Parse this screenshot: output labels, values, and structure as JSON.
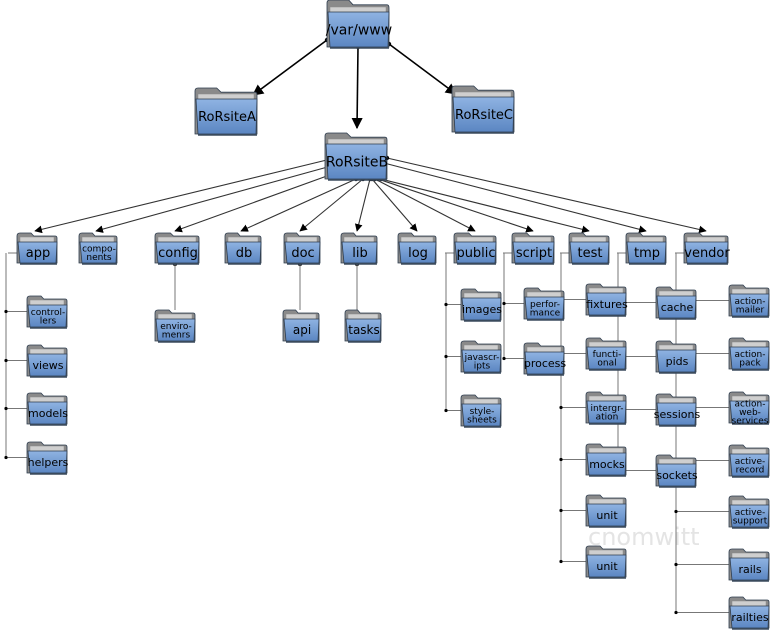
{
  "root": {
    "label": "/var/www",
    "children": [
      {
        "label": "RoRsiteA"
      },
      {
        "label": "RoRsiteB",
        "children": [
          {
            "label": "app",
            "children": [
              {
                "label": "control-\nlers"
              },
              {
                "label": "views"
              },
              {
                "label": "models"
              },
              {
                "label": "helpers"
              }
            ]
          },
          {
            "label": "compo-\nnents"
          },
          {
            "label": "config",
            "children": [
              {
                "label": "enviro-\nmenrs"
              }
            ]
          },
          {
            "label": "db"
          },
          {
            "label": "doc",
            "children": [
              {
                "label": "api"
              }
            ]
          },
          {
            "label": "lib",
            "children": [
              {
                "label": "tasks"
              }
            ]
          },
          {
            "label": "log"
          },
          {
            "label": "public",
            "children": [
              {
                "label": "images"
              },
              {
                "label": "javascr-\nipts"
              },
              {
                "label": "style-\nsheets"
              }
            ]
          },
          {
            "label": "script",
            "children": [
              {
                "label": "perfor-\nmance"
              },
              {
                "label": "process"
              }
            ]
          },
          {
            "label": "test",
            "children": [
              {
                "label": "fixtures"
              },
              {
                "label": "functi-\nonal"
              },
              {
                "label": "intergr-\nation"
              },
              {
                "label": "mocks"
              },
              {
                "label": "unit"
              },
              {
                "label": "unit"
              }
            ]
          },
          {
            "label": "tmp",
            "children": [
              {
                "label": "cache"
              },
              {
                "label": "pids"
              },
              {
                "label": "sessions"
              },
              {
                "label": "sockets"
              }
            ]
          },
          {
            "label": "vendor",
            "children": [
              {
                "label": "action-\nmailer"
              },
              {
                "label": "action-\npack"
              },
              {
                "label": "action-\nweb-\nservices"
              },
              {
                "label": "active-\nrecord"
              },
              {
                "label": "active-\nsupport"
              },
              {
                "label": "rails"
              },
              {
                "label": "railties"
              }
            ]
          }
        ]
      },
      {
        "label": "RoRsiteC"
      }
    ]
  },
  "watermark": "cnomwitt",
  "colors": {
    "folder_front": "#6f98cf",
    "folder_back": "#8a8a8a",
    "folder_outline": "#2e3d4f",
    "line": "#000000",
    "tree_line": "#777777"
  }
}
